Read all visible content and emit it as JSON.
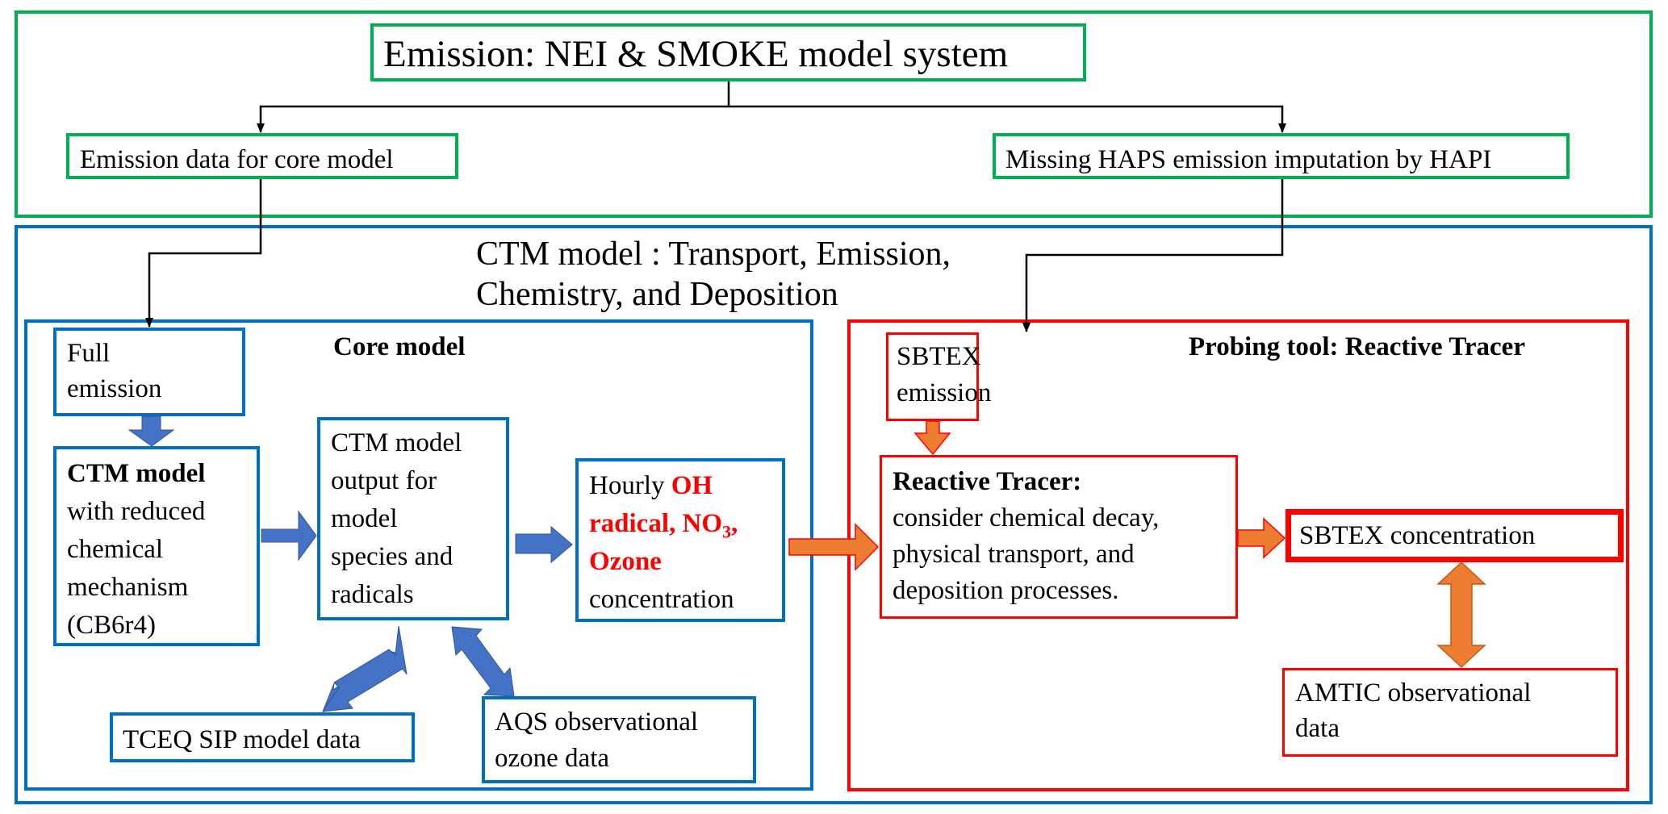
{
  "colors": {
    "emission_frame": "#00B050",
    "ctm_frame": "#0070C0",
    "probing_frame": "#FF0000",
    "blue_arrow": "#4472C4",
    "orange_arrow": "#ED7D31",
    "highlight_text": "#FF0000"
  },
  "emission_section": {
    "title": "Emission: NEI & SMOKE model system",
    "left_box": "Emission data for core model",
    "right_box": "Missing HAPS emission imputation by HAPI"
  },
  "ctm_section": {
    "title_line1": "CTM model : Transport, Emission,",
    "title_line2": "Chemistry, and Deposition",
    "core_model": {
      "title": "Core model",
      "full_emission": [
        "Full",
        "emission"
      ],
      "ctm_model": {
        "bold": "CTM model",
        "lines": [
          "with reduced",
          "chemical",
          "mechanism",
          "(CB6r4)"
        ]
      },
      "ctm_output": [
        "CTM model",
        "output for",
        "model",
        "species and",
        "radicals"
      ],
      "hourly": {
        "prefix": "Hourly ",
        "oh": "OH",
        "radical": "radical, NO",
        "subscript": "3",
        "comma": ",",
        "ozone": "Ozone",
        "suffix": "concentration"
      },
      "tceq": "TCEQ SIP model data",
      "aqs": [
        "AQS observational",
        "ozone data"
      ]
    },
    "probing_tool": {
      "title": "Probing tool: Reactive Tracer",
      "sbtex_emission": [
        "SBTEX",
        "emission"
      ],
      "reactive_tracer": {
        "bold": "Reactive Tracer:",
        "lines": [
          "consider chemical decay,",
          "physical transport, and",
          "deposition processes."
        ]
      },
      "sbtex_concentration": "SBTEX concentration",
      "amtic": [
        "AMTIC observational",
        "data"
      ]
    }
  }
}
